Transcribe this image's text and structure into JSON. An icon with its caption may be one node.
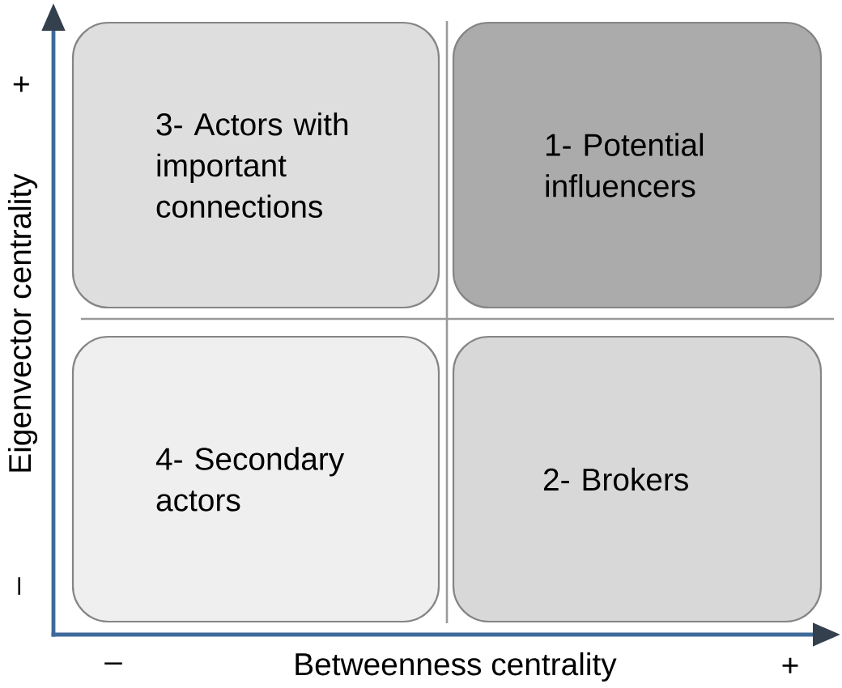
{
  "diagram": {
    "nodes": [
      {
        "text": [
          "3- Actors with important connections"
        ]
      },
      {
        "text": [
          "1- Potential influencers"
        ]
      },
      {
        "text": [
          "4- Secondary actors"
        ]
      },
      {
        "text": [
          "2- Brokers"
        ]
      }
    ],
    "edges": [],
    "labels": [
      "+",
      "Eigenvector centrality",
      "–",
      "–",
      "Betweenness centrality",
      "+"
    ]
  }
}
